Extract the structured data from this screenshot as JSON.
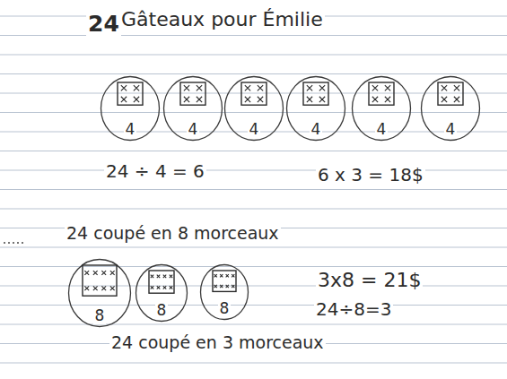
{
  "diagram": {
    "title": "Gâteaux pour Émilie",
    "nodes": [
      {
        "text": [
          "4"
        ]
      },
      {
        "text": [
          "4"
        ]
      },
      {
        "text": [
          "4"
        ]
      },
      {
        "text": [
          "4"
        ]
      },
      {
        "text": [
          "4"
        ]
      },
      {
        "text": [
          "4"
        ]
      },
      {
        "text": [
          "8"
        ]
      },
      {
        "text": [
          "8"
        ]
      },
      {
        "text": [
          "8"
        ]
      }
    ],
    "labels": [
      "24",
      "24 ÷ 4 = 6",
      "6 x 3 = 18$",
      "24 coupé en 8 morceaux",
      "3x8 = 21$",
      "24÷8=3",
      "24 coupé en 3 morceaux"
    ]
  }
}
